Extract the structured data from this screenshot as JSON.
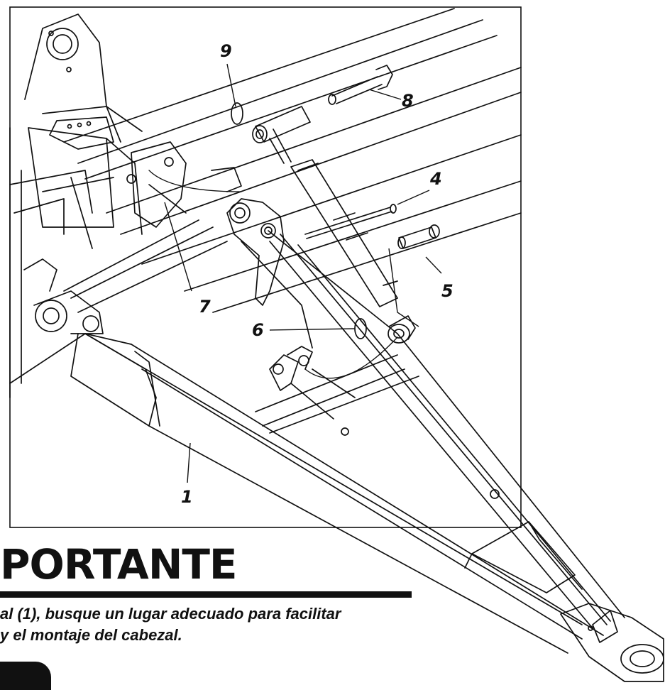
{
  "callouts": [
    {
      "label": "9"
    },
    {
      "label": "8"
    },
    {
      "label": "4"
    },
    {
      "label": "5"
    },
    {
      "label": "7"
    },
    {
      "label": "6"
    },
    {
      "label": "1"
    }
  ],
  "notice": {
    "heading": "PORTANTE",
    "line1": "al (1), busque un lugar adecuado para facilitar",
    "line2": "y el montaje del cabezal."
  }
}
